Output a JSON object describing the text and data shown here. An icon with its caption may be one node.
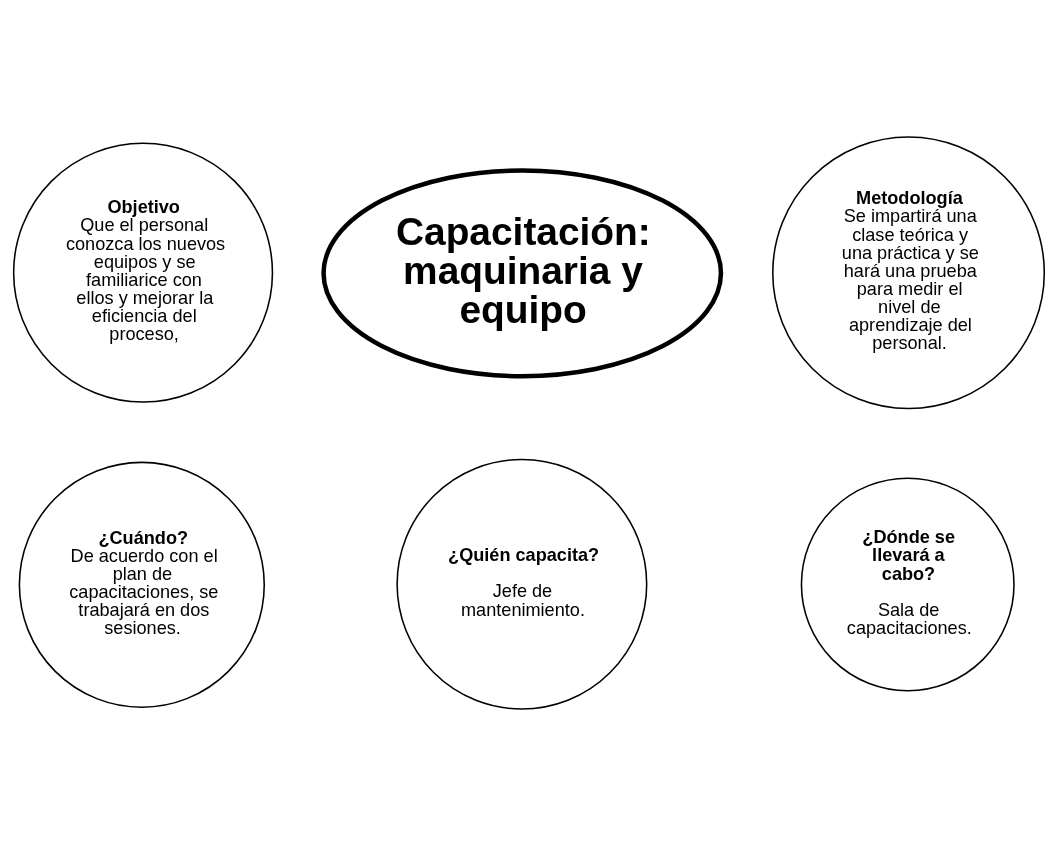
{
  "diagram": {
    "nodes": [
      {
        "text": [
          "Objetivo",
          "Que el personal conozca los nuevos equipos y se familiarice con ellos y mejorar la eficiencia del proceso,"
        ]
      },
      {
        "text": [
          "Metodología",
          "Se impartirá una clase teórica y una práctica y se hará una prueba para medir el nivel de aprendizaje del personal."
        ]
      },
      {
        "text": [
          "Capacitación: maquinaria y equipo"
        ]
      },
      {
        "text": [
          "¿Cuándo?",
          "De acuerdo con el plan de capacitaciones, se trabajará en dos sesiones."
        ]
      },
      {
        "text": [
          "¿Dónde se llevará a cabo?",
          "Sala de capacitaciones."
        ]
      },
      {
        "text": [
          "¿Quién capacita?",
          "Jefe de mantenimiento."
        ]
      }
    ]
  }
}
